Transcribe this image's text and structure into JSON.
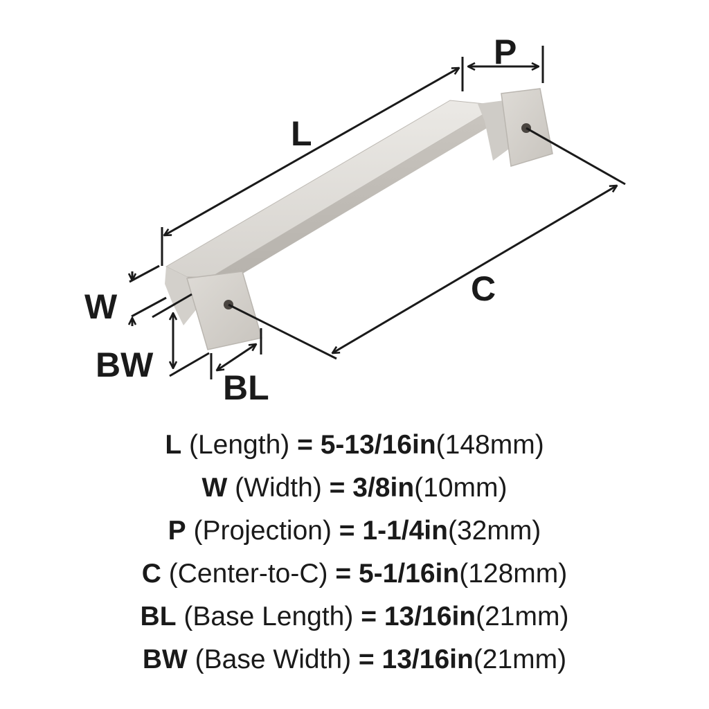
{
  "diagram": {
    "labels": {
      "L": "L",
      "P": "P",
      "C": "C",
      "W": "W",
      "BW": "BW",
      "BL": "BL"
    },
    "colors": {
      "ink": "#1a1a1a",
      "metal_light": "#e4e2de",
      "metal_mid": "#cfccc7",
      "metal_dark": "#b3afa9",
      "hole": "#4a4540"
    }
  },
  "specs": [
    {
      "code": "L",
      "name": "(Length)",
      "eq": "=",
      "imperial": "5-13/16in",
      "metric": "(148mm)"
    },
    {
      "code": "W",
      "name": "(Width)",
      "eq": "=",
      "imperial": "3/8in",
      "metric": "(10mm)"
    },
    {
      "code": "P",
      "name": "(Projection)",
      "eq": "=",
      "imperial": "1-1/4in",
      "metric": "(32mm)"
    },
    {
      "code": "C",
      "name": "(Center-to-C)",
      "eq": "=",
      "imperial": "5-1/16in",
      "metric": "(128mm)"
    },
    {
      "code": "BL",
      "name": "(Base Length)",
      "eq": "=",
      "imperial": "13/16in",
      "metric": "(21mm)"
    },
    {
      "code": "BW",
      "name": "(Base Width)",
      "eq": "=",
      "imperial": "13/16in",
      "metric": "(21mm)"
    }
  ]
}
